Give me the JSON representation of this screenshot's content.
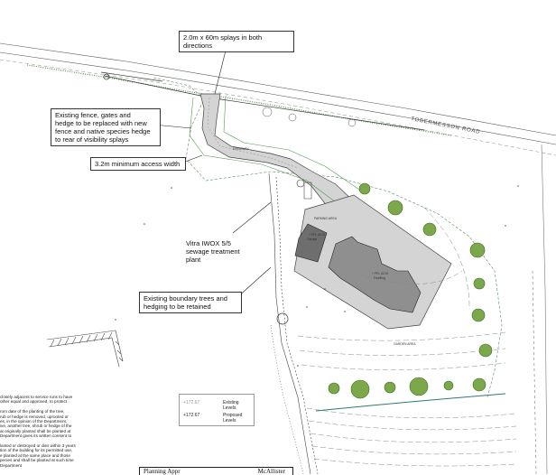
{
  "callouts": {
    "splays": "2.0m x 60m splays in both directions",
    "fence": "Existing fence, gates and\nhedge to be replaced with new\nfence and native species hedge\nto rear of visibility splays",
    "access": "3.2m minimum access width",
    "sewage": "Vitra IWOX 5/5\nsewage treatment\nplant",
    "boundary": "Existing boundary trees and\nhedging to be retained"
  },
  "road_label": "TOBERMESSON ROAD",
  "building_labels": {
    "garage": "Garage",
    "dwelling": "Dwelling",
    "garage_level": "+ FFL 42.00",
    "dwelling_level": "+ FFL 42.00",
    "parking": "PARKING AREA",
    "drive": "DRIVEWAY",
    "garden": "GARDEN AREA"
  },
  "notes_text": "closely adjacent to service runs to have\nother equal and approved, to protect\n\nrom date of the planting of the tree,\nrub or hedge is removed, uprooted or\nes, in the opinion of the Department,\nive, another tree, shrub or hedge of the\nat originally planted shall be planted at\nDepartment gives its written consent to\n\nlanted or destroyed or dies within 3 years\ntion of the building for its permitted use,\ne planted at the same place and those\npecies and shall be planted at such time\nDepartment",
  "legend": {
    "existing_value": "+172.67",
    "existing_label": "Existing Levels",
    "proposed_value": "+172.67",
    "proposed_label": "Proposed Levels"
  },
  "title_block": {
    "left": "Planning Appr",
    "right": "McAllister"
  },
  "colors": {
    "tree_fill": "#7aa84a",
    "tree_edge": "#3e6b22",
    "building": "#8f8f8f",
    "garage": "#6e6e6e",
    "hardstanding": "#d4d4d4",
    "hedge": "#4f9a4f",
    "field_line": "#2e7a70"
  }
}
